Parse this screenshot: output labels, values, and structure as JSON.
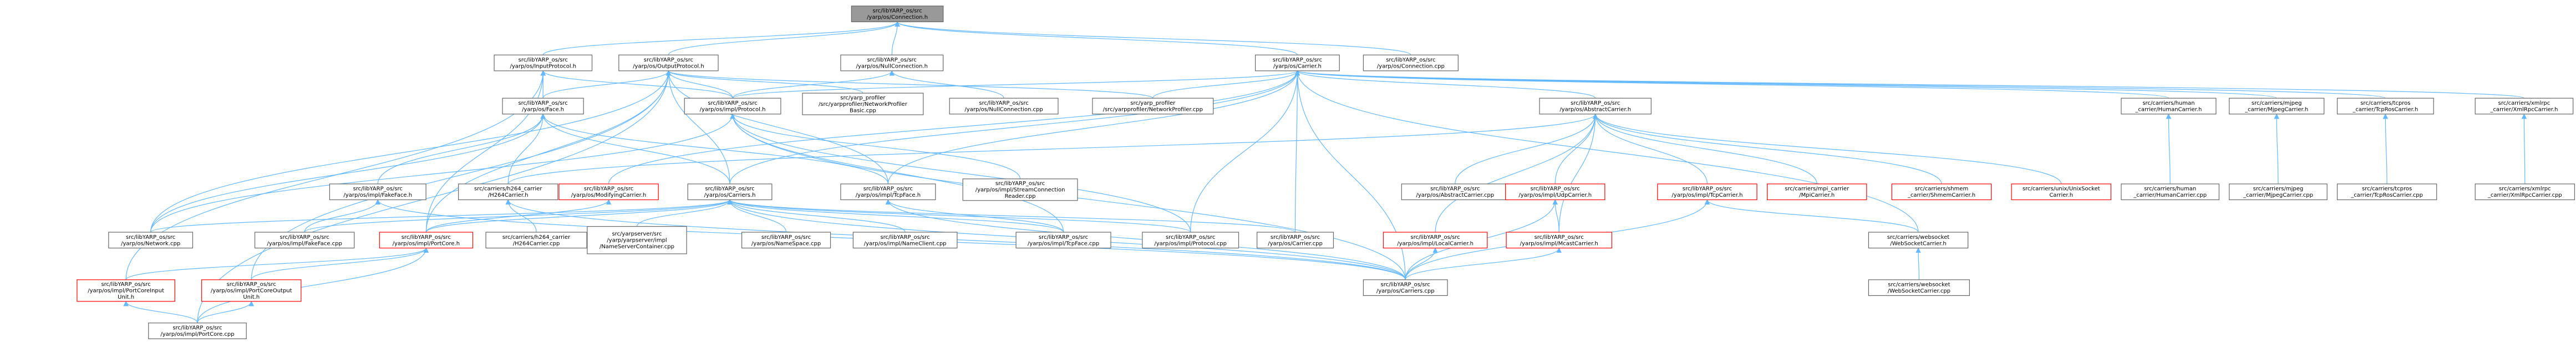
{
  "diagram": {
    "type": "include-dependency-graph",
    "edge_color": "#63b8ff",
    "node_border_color": "#666666",
    "highlight_border_color": "#ff0000",
    "root_fill_color": "#999999",
    "nodes": [
      {
        "id": "conn_h",
        "lines": [
          "src/libYARP_os/src",
          "/yarp/os/Connection.h"
        ],
        "style": "root"
      },
      {
        "id": "inputproto_h",
        "lines": [
          "src/libYARP_os/src",
          "/yarp/os/InputProtocol.h"
        ],
        "style": "normal"
      },
      {
        "id": "outputproto_h",
        "lines": [
          "src/libYARP_os/src",
          "/yarp/os/OutputProtocol.h"
        ],
        "style": "normal"
      },
      {
        "id": "nullconn_h",
        "lines": [
          "src/libYARP_os/src",
          "/yarp/os/NullConnection.h"
        ],
        "style": "normal"
      },
      {
        "id": "carrier_h",
        "lines": [
          "src/libYARP_os/src",
          "/yarp/os/Carrier.h"
        ],
        "style": "normal"
      },
      {
        "id": "connection_cpp",
        "lines": [
          "src/libYARP_os/src",
          "/yarp/os/Connection.cpp"
        ],
        "style": "normal"
      },
      {
        "id": "protocol_h",
        "lines": [
          "src/libYARP_os/src",
          "/yarp/os/impl/Protocol.h"
        ],
        "style": "normal"
      },
      {
        "id": "netprof_basic_cpp",
        "lines": [
          "src/yarp_profiler",
          "/src/yarpprofiler/NetworkProfiler",
          "Basic.cpp"
        ],
        "style": "normal"
      },
      {
        "id": "nullconn_cpp",
        "lines": [
          "src/libYARP_os/src",
          "/yarp/os/NullConnection.cpp"
        ],
        "style": "normal"
      },
      {
        "id": "netprof_cpp",
        "lines": [
          "src/yarp_profiler",
          "/src/yarpprofiler/NetworkProfiler.cpp"
        ],
        "style": "normal"
      },
      {
        "id": "face_h",
        "lines": [
          "src/libYARP_os/src",
          "/yarp/os/Face.h"
        ],
        "style": "normal"
      },
      {
        "id": "abstractcarrier_h",
        "lines": [
          "src/libYARP_os/src",
          "/yarp/os/AbstractCarrier.h"
        ],
        "style": "normal"
      },
      {
        "id": "humancarrier_h",
        "lines": [
          "src/carriers/human",
          "_carrier/HumanCarrier.h"
        ],
        "style": "normal"
      },
      {
        "id": "mjpegcarrier_h",
        "lines": [
          "src/carriers/mjpeg",
          "_carrier/MjpegCarrier.h"
        ],
        "style": "normal"
      },
      {
        "id": "tcpros_h",
        "lines": [
          "src/carriers/tcpros",
          "_carrier/TcpRosCarrier.h"
        ],
        "style": "normal"
      },
      {
        "id": "xmlrpc_h",
        "lines": [
          "src/carriers/xmlrpc",
          "_carrier/XmlRpcCarrier.h"
        ],
        "style": "normal"
      },
      {
        "id": "fakeface_h",
        "lines": [
          "src/libYARP_os/src",
          "/yarp/os/impl/FakeFace.h"
        ],
        "style": "normal"
      },
      {
        "id": "h264carrier_h",
        "lines": [
          "src/carriers/h264_carrier",
          "/H264Carrier.h"
        ],
        "style": "normal"
      },
      {
        "id": "modifying_h",
        "lines": [
          "src/libYARP_os/src",
          "/yarp/os/ModifyingCarrier.h"
        ],
        "style": "red"
      },
      {
        "id": "carriers_h",
        "lines": [
          "src/libYARP_os/src",
          "/yarp/os/Carriers.h"
        ],
        "style": "normal"
      },
      {
        "id": "tcpface_h",
        "lines": [
          "src/libYARP_os/src",
          "/yarp/os/impl/TcpFace.h"
        ],
        "style": "normal"
      },
      {
        "id": "streamreader_cpp",
        "lines": [
          "src/libYARP_os/src",
          "/yarp/os/impl/StreamConnection",
          "Reader.cpp"
        ],
        "style": "normal"
      },
      {
        "id": "abstractcarrier_cpp",
        "lines": [
          "src/libYARP_os/src",
          "/yarp/os/AbstractCarrier.cpp"
        ],
        "style": "normal"
      },
      {
        "id": "udpcarrier_h",
        "lines": [
          "src/libYARP_os/src",
          "/yarp/os/impl/UdpCarrier.h"
        ],
        "style": "red"
      },
      {
        "id": "tcpcarrier_h",
        "lines": [
          "src/libYARP_os/src",
          "/yarp/os/impl/TcpCarrier.h"
        ],
        "style": "red"
      },
      {
        "id": "mpicarrier_h",
        "lines": [
          "src/carriers/mpi_carrier",
          "/MpiCarrier.h"
        ],
        "style": "red"
      },
      {
        "id": "shmem_h",
        "lines": [
          "src/carriers/shmem",
          "_carrier/ShmemCarrier.h"
        ],
        "style": "red"
      },
      {
        "id": "unixsocket_h",
        "lines": [
          "src/carriers/unix/UnixSocket",
          "Carrier.h"
        ],
        "style": "red"
      },
      {
        "id": "humancarrier_cpp",
        "lines": [
          "src/carriers/human",
          "_carrier/HumanCarrier.cpp"
        ],
        "style": "normal"
      },
      {
        "id": "mjpegcarrier_cpp",
        "lines": [
          "src/carriers/mjpeg",
          "_carrier/MjpegCarrier.cpp"
        ],
        "style": "normal"
      },
      {
        "id": "tcpros_cpp",
        "lines": [
          "src/carriers/tcpros",
          "_carrier/TcpRosCarrier.cpp"
        ],
        "style": "normal"
      },
      {
        "id": "xmlrpc_cpp",
        "lines": [
          "src/carriers/xmlrpc",
          "_carrier/XmlRpcCarrier.cpp"
        ],
        "style": "normal"
      },
      {
        "id": "network_cpp",
        "lines": [
          "src/libYARP_os/src",
          "/yarp/os/Network.cpp"
        ],
        "style": "normal"
      },
      {
        "id": "fakeface_cpp",
        "lines": [
          "src/libYARP_os/src",
          "/yarp/os/impl/FakeFace.cpp"
        ],
        "style": "normal"
      },
      {
        "id": "portcore_h",
        "lines": [
          "src/libYARP_os/src",
          "/yarp/os/impl/PortCore.h"
        ],
        "style": "red"
      },
      {
        "id": "h264carrier_cpp",
        "lines": [
          "src/carriers/h264_carrier",
          "/H264Carrier.cpp"
        ],
        "style": "normal"
      },
      {
        "id": "nameserver_cpp",
        "lines": [
          "src/yarpserver/src",
          "/yarp/yarpserver/impl",
          "/NameServerContainer.cpp"
        ],
        "style": "normal"
      },
      {
        "id": "namespace_cpp",
        "lines": [
          "src/libYARP_os/src",
          "/yarp/os/NameSpace.cpp"
        ],
        "style": "normal"
      },
      {
        "id": "nameclient_cpp",
        "lines": [
          "src/libYARP_os/src",
          "/yarp/os/impl/NameClient.cpp"
        ],
        "style": "normal"
      },
      {
        "id": "tcpface_cpp",
        "lines": [
          "src/libYARP_os/src",
          "/yarp/os/impl/TcpFace.cpp"
        ],
        "style": "normal"
      },
      {
        "id": "protocol_cpp",
        "lines": [
          "src/libYARP_os/src",
          "/yarp/os/impl/Protocol.cpp"
        ],
        "style": "normal"
      },
      {
        "id": "carrier_cpp",
        "lines": [
          "src/libYARP_os/src",
          "/yarp/os/Carrier.cpp"
        ],
        "style": "normal"
      },
      {
        "id": "localcarrier_h",
        "lines": [
          "src/libYARP_os/src",
          "/yarp/os/impl/LocalCarrier.h"
        ],
        "style": "red"
      },
      {
        "id": "mcastcarrier_h",
        "lines": [
          "src/libYARP_os/src",
          "/yarp/os/impl/McastCarrier.h"
        ],
        "style": "red"
      },
      {
        "id": "websocket_h",
        "lines": [
          "src/carriers/websocket",
          "/WebSocketCarrier.h"
        ],
        "style": "normal"
      },
      {
        "id": "portcoreinput_h",
        "lines": [
          "src/libYARP_os/src",
          "/yarp/os/impl/PortCoreInput",
          "Unit.h"
        ],
        "style": "red"
      },
      {
        "id": "portcoreoutput_h",
        "lines": [
          "src/libYARP_os/src",
          "/yarp/os/impl/PortCoreOutput",
          "Unit.h"
        ],
        "style": "red"
      },
      {
        "id": "carriers_cpp",
        "lines": [
          "src/libYARP_os/src",
          "/yarp/os/Carriers.cpp"
        ],
        "style": "normal"
      },
      {
        "id": "websocket_cpp",
        "lines": [
          "src/carriers/websocket",
          "/WebSocketCarrier.cpp"
        ],
        "style": "normal"
      },
      {
        "id": "portcore_cpp",
        "lines": [
          "src/libYARP_os/src",
          "/yarp/os/impl/PortCore.cpp"
        ],
        "style": "normal"
      }
    ],
    "edges": [
      [
        "conn_h",
        "inputproto_h"
      ],
      [
        "conn_h",
        "outputproto_h"
      ],
      [
        "conn_h",
        "nullconn_h"
      ],
      [
        "conn_h",
        "carrier_h"
      ],
      [
        "conn_h",
        "connection_cpp"
      ],
      [
        "inputproto_h",
        "face_h"
      ],
      [
        "inputproto_h",
        "protocol_h"
      ],
      [
        "inputproto_h",
        "portcore_h"
      ],
      [
        "inputproto_h",
        "portcoreinput_h"
      ],
      [
        "outputproto_h",
        "protocol_h"
      ],
      [
        "outputproto_h",
        "netprof_basic_cpp"
      ],
      [
        "outputproto_h",
        "netprof_cpp"
      ],
      [
        "outputproto_h",
        "face_h"
      ],
      [
        "outputproto_h",
        "carriers_h"
      ],
      [
        "outputproto_h",
        "network_cpp"
      ],
      [
        "outputproto_h",
        "portcore_h"
      ],
      [
        "outputproto_h",
        "portcoreoutput_h"
      ],
      [
        "outputproto_h",
        "portcore_cpp"
      ],
      [
        "outputproto_h",
        "tcpface_h"
      ],
      [
        "nullconn_h",
        "nullconn_cpp"
      ],
      [
        "nullconn_h",
        "protocol_h"
      ],
      [
        "carrier_h",
        "abstractcarrier_h"
      ],
      [
        "carrier_h",
        "humancarrier_h"
      ],
      [
        "carrier_h",
        "mjpegcarrier_h"
      ],
      [
        "carrier_h",
        "tcpros_h"
      ],
      [
        "carrier_h",
        "xmlrpc_h"
      ],
      [
        "carrier_h",
        "protocol_h"
      ],
      [
        "carrier_h",
        "carriers_h"
      ],
      [
        "carrier_h",
        "modifying_h"
      ],
      [
        "carrier_h",
        "carrier_cpp"
      ],
      [
        "carrier_h",
        "protocol_cpp"
      ],
      [
        "carrier_h",
        "websocket_h"
      ],
      [
        "carrier_h",
        "carriers_cpp"
      ],
      [
        "carrier_h",
        "netprof_cpp"
      ],
      [
        "carrier_h",
        "tcpface_h"
      ],
      [
        "protocol_h",
        "network_cpp"
      ],
      [
        "protocol_h",
        "streamreader_cpp"
      ],
      [
        "protocol_h",
        "protocol_cpp"
      ],
      [
        "protocol_h",
        "tcpface_cpp"
      ],
      [
        "protocol_h",
        "carriers_cpp"
      ],
      [
        "face_h",
        "fakeface_h"
      ],
      [
        "face_h",
        "tcpface_h"
      ],
      [
        "face_h",
        "carriers_h"
      ],
      [
        "face_h",
        "network_cpp"
      ],
      [
        "face_h",
        "h264carrier_h"
      ],
      [
        "fakeface_h",
        "fakeface_cpp"
      ],
      [
        "fakeface_h",
        "carriers_cpp"
      ],
      [
        "h264carrier_h",
        "h264carrier_cpp"
      ],
      [
        "h264carrier_h",
        "carriers_cpp"
      ],
      [
        "modifying_h",
        "portcore_h"
      ],
      [
        "carriers_h",
        "network_cpp"
      ],
      [
        "carriers_h",
        "fakeface_cpp"
      ],
      [
        "carriers_h",
        "portcore_h"
      ],
      [
        "carriers_h",
        "nameserver_cpp"
      ],
      [
        "carriers_h",
        "namespace_cpp"
      ],
      [
        "carriers_h",
        "nameclient_cpp"
      ],
      [
        "carriers_h",
        "tcpface_cpp"
      ],
      [
        "carriers_h",
        "protocol_cpp"
      ],
      [
        "carriers_h",
        "carrier_cpp"
      ],
      [
        "carriers_h",
        "carriers_cpp"
      ],
      [
        "tcpface_h",
        "tcpface_cpp"
      ],
      [
        "tcpface_h",
        "carriers_cpp"
      ],
      [
        "abstractcarrier_h",
        "abstractcarrier_cpp"
      ],
      [
        "abstractcarrier_h",
        "udpcarrier_h"
      ],
      [
        "abstractcarrier_h",
        "tcpcarrier_h"
      ],
      [
        "abstractcarrier_h",
        "mpicarrier_h"
      ],
      [
        "abstractcarrier_h",
        "shmem_h"
      ],
      [
        "abstractcarrier_h",
        "unixsocket_h"
      ],
      [
        "abstractcarrier_h",
        "localcarrier_h"
      ],
      [
        "abstractcarrier_h",
        "mcastcarrier_h"
      ],
      [
        "abstractcarrier_h",
        "h264carrier_h"
      ],
      [
        "udpcarrier_h",
        "mcastcarrier_h"
      ],
      [
        "udpcarrier_h",
        "carriers_cpp"
      ],
      [
        "tcpcarrier_h",
        "websocket_h"
      ],
      [
        "tcpcarrier_h",
        "carriers_cpp"
      ],
      [
        "localcarrier_h",
        "carriers_cpp"
      ],
      [
        "mcastcarrier_h",
        "carriers_cpp"
      ],
      [
        "humancarrier_h",
        "humancarrier_cpp"
      ],
      [
        "mjpegcarrier_h",
        "mjpegcarrier_cpp"
      ],
      [
        "tcpros_h",
        "tcpros_cpp"
      ],
      [
        "xmlrpc_h",
        "xmlrpc_cpp"
      ],
      [
        "websocket_h",
        "websocket_cpp"
      ],
      [
        "portcore_h",
        "portcoreinput_h"
      ],
      [
        "portcore_h",
        "portcoreoutput_h"
      ],
      [
        "portcore_h",
        "portcore_cpp"
      ],
      [
        "portcoreinput_h",
        "portcore_cpp"
      ],
      [
        "portcoreoutput_h",
        "portcore_cpp"
      ]
    ]
  }
}
